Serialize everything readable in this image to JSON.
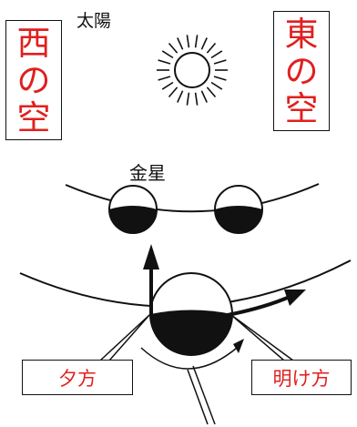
{
  "labels": {
    "sun": "太陽",
    "venus": "金星",
    "west_sky": [
      "西",
      "の",
      "空"
    ],
    "east_sky": [
      "東",
      "の",
      "空"
    ],
    "evening": "夕方",
    "dawn": "明け方"
  },
  "colors": {
    "label_text": "#e0201f",
    "ink": "#111111"
  }
}
